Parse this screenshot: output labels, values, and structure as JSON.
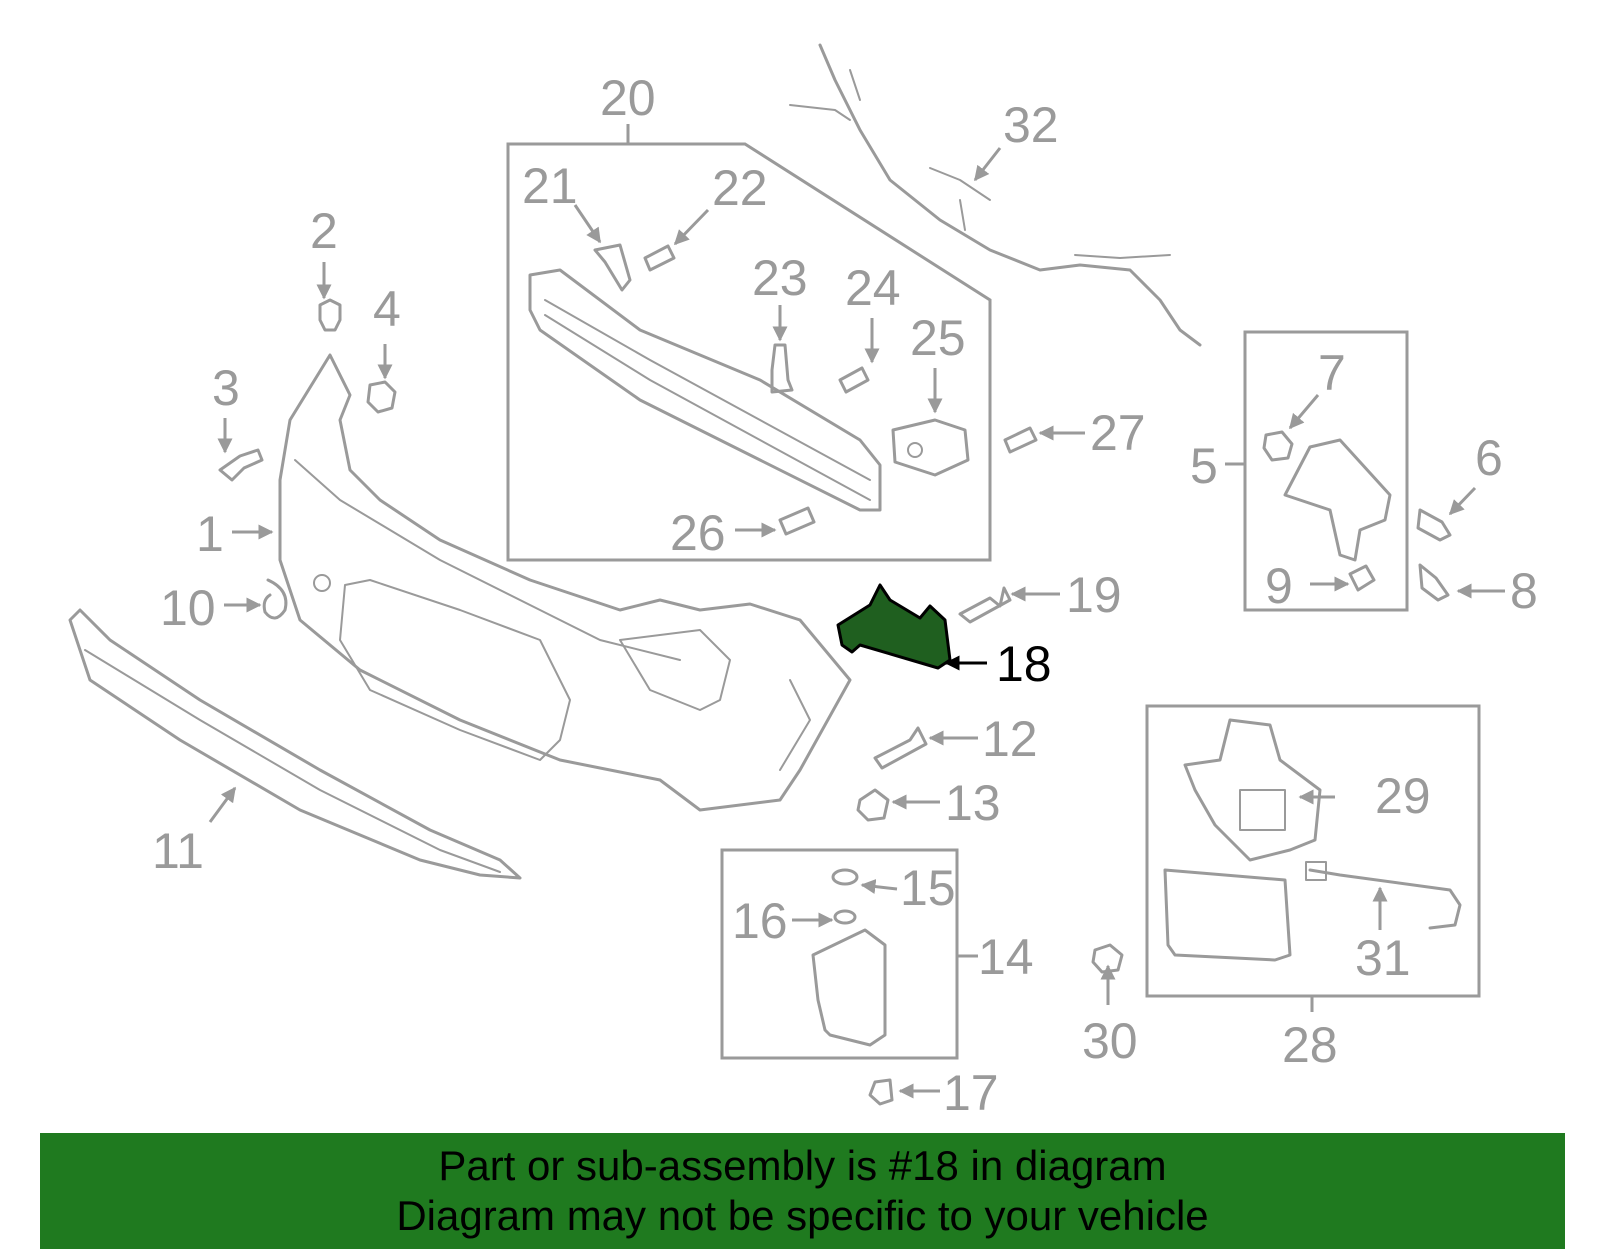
{
  "diagram": {
    "highlight_color": "#1f5f1f",
    "line_color": "#9a9a9a",
    "callouts": {
      "c1": "1",
      "c2": "2",
      "c3": "3",
      "c4": "4",
      "c5": "5",
      "c6": "6",
      "c7": "7",
      "c8": "8",
      "c9": "9",
      "c10": "10",
      "c11": "11",
      "c12": "12",
      "c13": "13",
      "c14": "14",
      "c15": "15",
      "c16": "16",
      "c17": "17",
      "c18": "18",
      "c19": "19",
      "c20": "20",
      "c21": "21",
      "c22": "22",
      "c23": "23",
      "c24": "24",
      "c25": "25",
      "c26": "26",
      "c27": "27",
      "c28": "28",
      "c29": "29",
      "c30": "30",
      "c31": "31",
      "c32": "32"
    },
    "highlighted_part": "18"
  },
  "banner": {
    "background": "#1f7a1f",
    "line1": "Part or sub-assembly is #18 in diagram",
    "line2": "Diagram may not be specific to your vehicle"
  }
}
